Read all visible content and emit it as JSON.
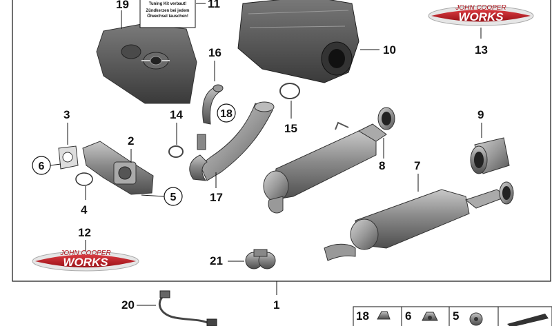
{
  "labels": {
    "p1": "1",
    "p2": "2",
    "p3": "3",
    "p4": "4",
    "p5": "5",
    "p6": "6",
    "p7": "7",
    "p8": "8",
    "p9": "9",
    "p10": "10",
    "p11": "11",
    "p12": "12",
    "p13": "13",
    "p14": "14",
    "p15": "15",
    "p16": "16",
    "p17": "17",
    "p18": "18",
    "p19": "19",
    "p20": "20",
    "p21": "21"
  },
  "warning_label": {
    "line1": "Tuning Kit verbaut!",
    "line2": "Zündkerzen bei jedem",
    "line3": "Ölwechsel tauschen!"
  },
  "badges": {
    "top_small": "JOHN COOPER",
    "top_big": "WORKS",
    "left_small": "JOHN COOPER",
    "left_big": "WORKS"
  },
  "small_parts": [
    {
      "num": "18"
    },
    {
      "num": "6"
    },
    {
      "num": "5"
    }
  ],
  "colors": {
    "part_gray": "#8e8e8e",
    "part_dark": "#5a5a5a",
    "badge_red": "#b01820"
  }
}
